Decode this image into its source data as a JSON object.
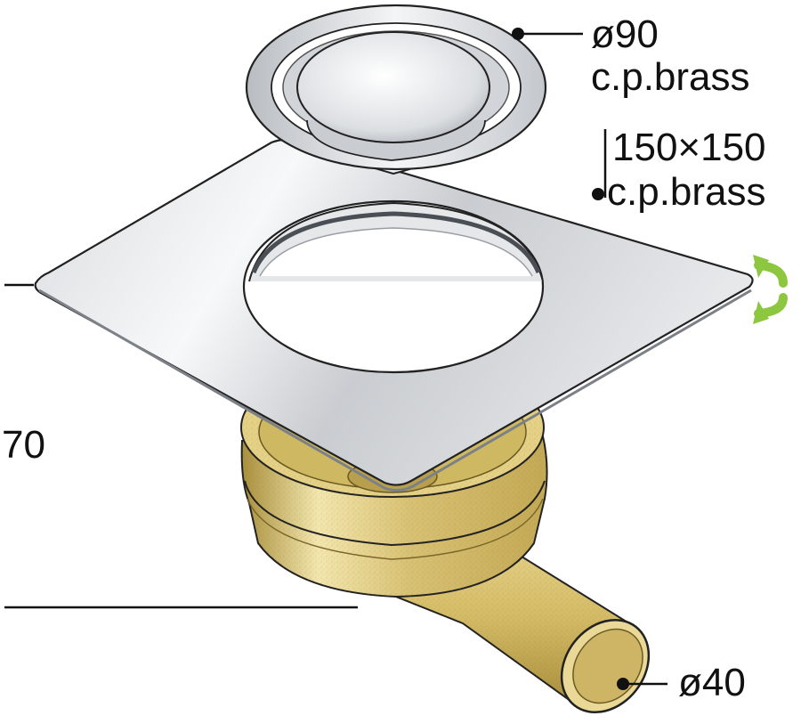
{
  "labels": {
    "grate_diameter": "ø90",
    "grate_material": "c.p.brass",
    "plate_size": "150×150",
    "plate_material": "c.p.brass",
    "height": "70",
    "outlet_diameter": "ø40"
  },
  "colors": {
    "chrome_light": "#f2f3f5",
    "chrome_mid": "#c4c8cd",
    "chrome_dark": "#8f949a",
    "brass_light": "#f1e3a8",
    "brass_mid": "#d9c274",
    "brass_dark": "#a88f3c",
    "rotate_arrow": "#8dc63f",
    "leader": "#111111"
  },
  "icons": {
    "rotate": "rotate-arrows-icon"
  }
}
